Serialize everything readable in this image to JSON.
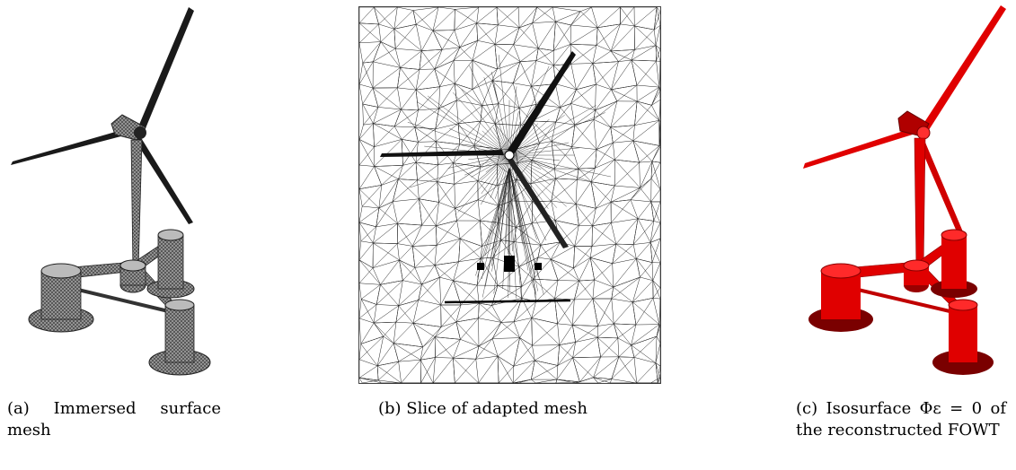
{
  "figure": {
    "panels": [
      {
        "id": "a",
        "caption": "(a) Immersed surface mesh",
        "style": "gray-mesh"
      },
      {
        "id": "b",
        "caption": "(b) Slice of adapted mesh",
        "style": "triangular-slice"
      },
      {
        "id": "c",
        "caption": "(c) Isosurface Φε = 0 of the reconstructed FOWT",
        "style": "red-surface"
      }
    ],
    "colors": {
      "mesh": "#555555",
      "mesh_dark": "#111111",
      "iso": "#e00000",
      "iso_dark": "#7a0000",
      "frame": "#444444"
    }
  }
}
